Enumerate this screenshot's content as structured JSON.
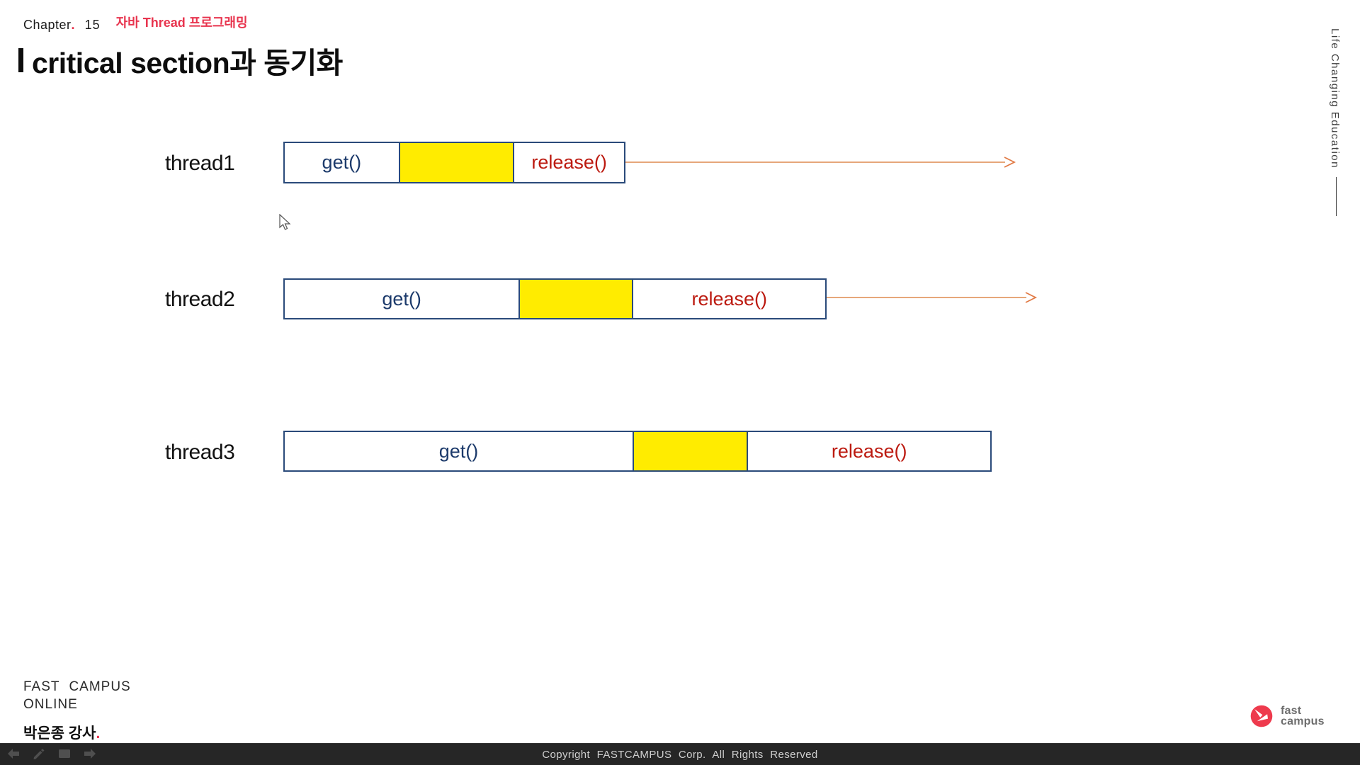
{
  "header": {
    "chapter_label": "Chapter",
    "chapter_dot": ".",
    "chapter_number": "15",
    "subtitle": "자바 Thread 프로그래밍",
    "title": "critical section과 동기화"
  },
  "side": {
    "vertical_text": "Life Changing Education"
  },
  "diagram": {
    "threads": [
      {
        "label": "thread1",
        "get_label": "get()",
        "release_label": "release()"
      },
      {
        "label": "thread2",
        "get_label": "get()",
        "release_label": "release()"
      },
      {
        "label": "thread3",
        "get_label": "get()",
        "release_label": "release()"
      }
    ]
  },
  "footer": {
    "brand_line1": "FAST CAMPUS",
    "brand_line2": "ONLINE",
    "instructor": "박은종 강사",
    "instructor_dot": ".",
    "copyright": "Copyright FASTCAMPUS Corp. All Rights Reserved",
    "logo_line1": "fast",
    "logo_line2": "campus"
  },
  "colors": {
    "accent_red": "#e8344e",
    "box_border_navy": "#2a4a7a",
    "get_text_navy": "#1c3a6b",
    "release_text_red": "#bc1a10",
    "critical_yellow": "#ffec00",
    "arrow_orange": "#de8a4f"
  }
}
